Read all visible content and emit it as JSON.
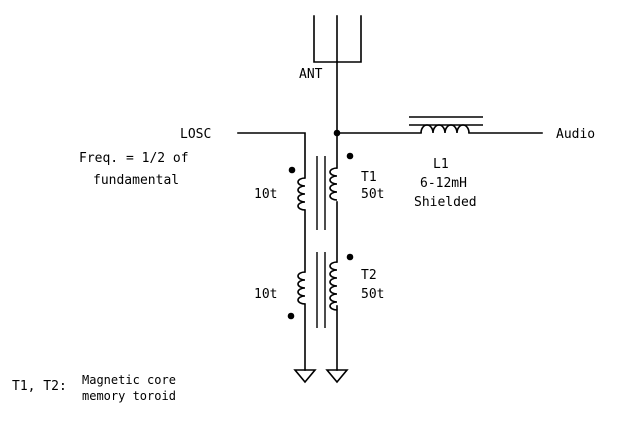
{
  "labels": {
    "antenna": "ANT",
    "losc": "LOSC",
    "freq_line1": "Freq. = 1/2 of",
    "freq_line2": "fundamental",
    "audio": "Audio",
    "l1_name": "L1",
    "l1_value": "6-12mH",
    "l1_type": "Shielded",
    "t1_name": "T1",
    "t1_turns": "50t",
    "t1_primary_turns": "10t",
    "t2_name": "T2",
    "t2_turns": "50t",
    "t2_primary_turns": "10t",
    "note_prefix": "T1, T2:",
    "note_line1": "Magnetic core",
    "note_line2": "memory toroid"
  },
  "colors": {
    "line": "#000000",
    "background": "#ffffff"
  }
}
